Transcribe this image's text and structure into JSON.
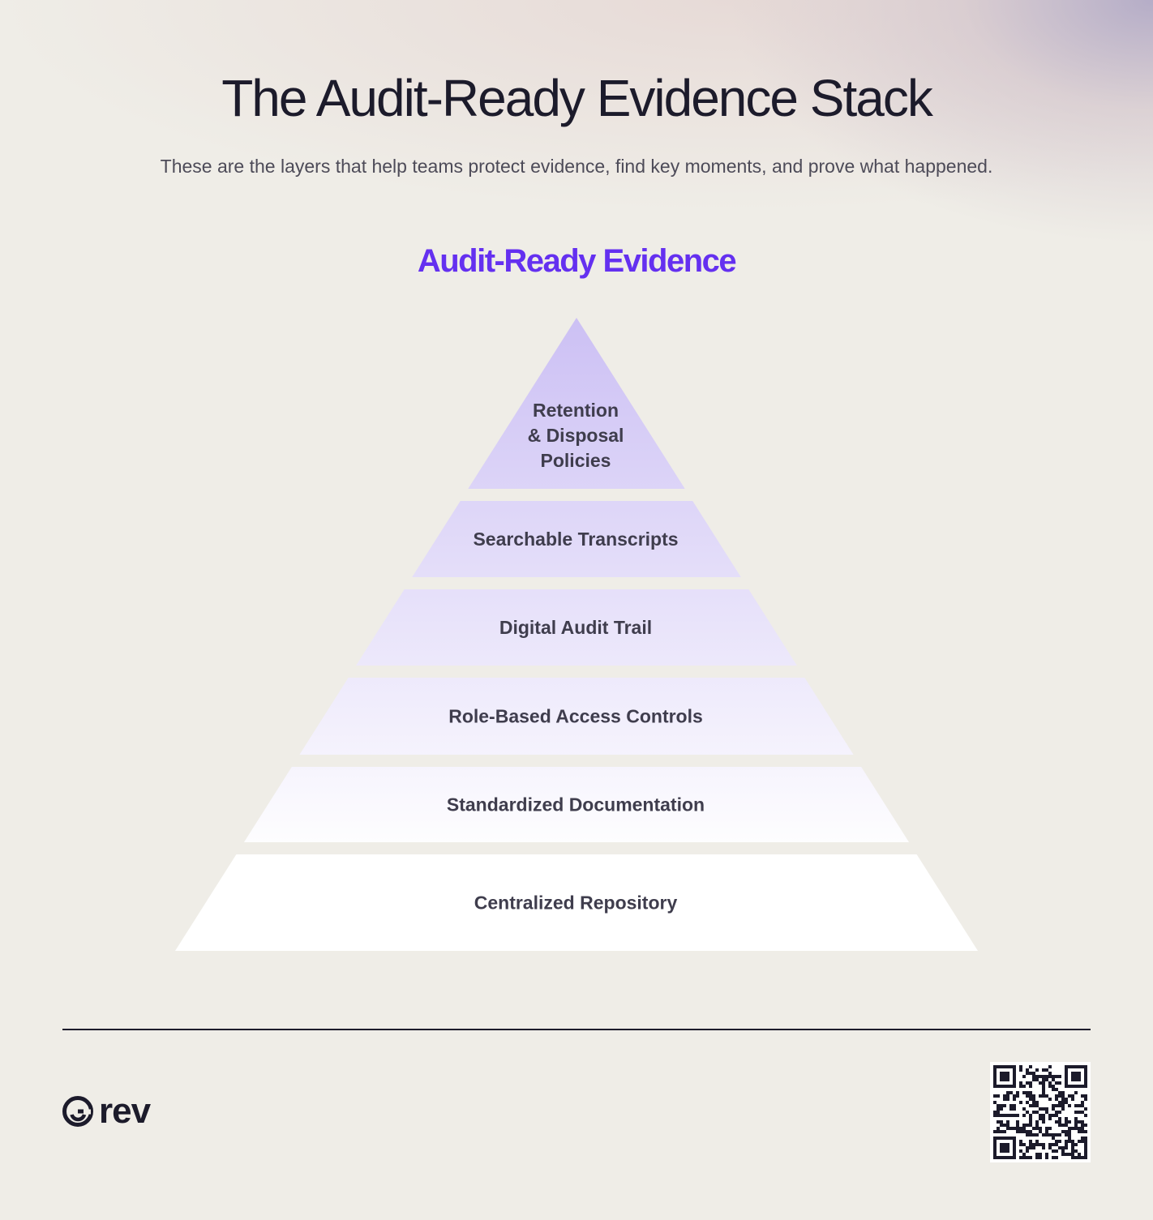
{
  "header": {
    "title": "The Audit-Ready Evidence Stack",
    "subtitle": "These are the layers that help teams protect evidence, find key moments, and prove what happened."
  },
  "pyramid": {
    "heading": "Audit-Ready Evidence",
    "layers": [
      {
        "lines": [
          "Retention",
          "& Disposal",
          "Policies"
        ]
      },
      {
        "lines": [
          "Searchable Transcripts"
        ]
      },
      {
        "lines": [
          "Digital Audit Trail"
        ]
      },
      {
        "lines": [
          "Role-Based Access Controls"
        ]
      },
      {
        "lines": [
          "Standardized Documentation"
        ]
      },
      {
        "lines": [
          "Centralized Repository"
        ]
      }
    ],
    "colors": {
      "top": "#ccc0f4",
      "bottom": "#ffffff",
      "accent": "#6430f0",
      "label": "#3f3d4d"
    }
  },
  "footer": {
    "logo_text": "rev",
    "qr_icon": "qr-code-icon"
  }
}
